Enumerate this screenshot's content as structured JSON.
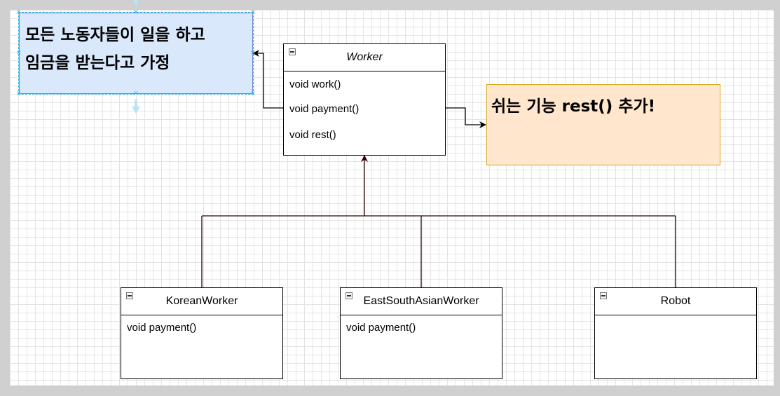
{
  "notes": {
    "assumption": {
      "line1": "모든 노동자들이 일을 하고",
      "line2": "임금을 받는다고 가정"
    },
    "rest": {
      "text": "쉬는 기능 rest() 추가!"
    }
  },
  "classes": {
    "worker": {
      "name": "Worker",
      "methods": [
        "void work()",
        "void payment()",
        "void rest()"
      ]
    },
    "korean_worker": {
      "name": "KoreanWorker",
      "methods": [
        "void payment()"
      ]
    },
    "east_south_asian_worker": {
      "name": "EastSouthAsianWorker",
      "methods": [
        "void payment()"
      ]
    },
    "robot": {
      "name": "Robot",
      "methods": []
    }
  },
  "colors": {
    "inheritance_edge": "#330000",
    "assumption_fill": "#dae8fc",
    "rest_fill": "#ffe6cc",
    "rest_border": "#d6a71e",
    "selection": "#29b6f2"
  }
}
